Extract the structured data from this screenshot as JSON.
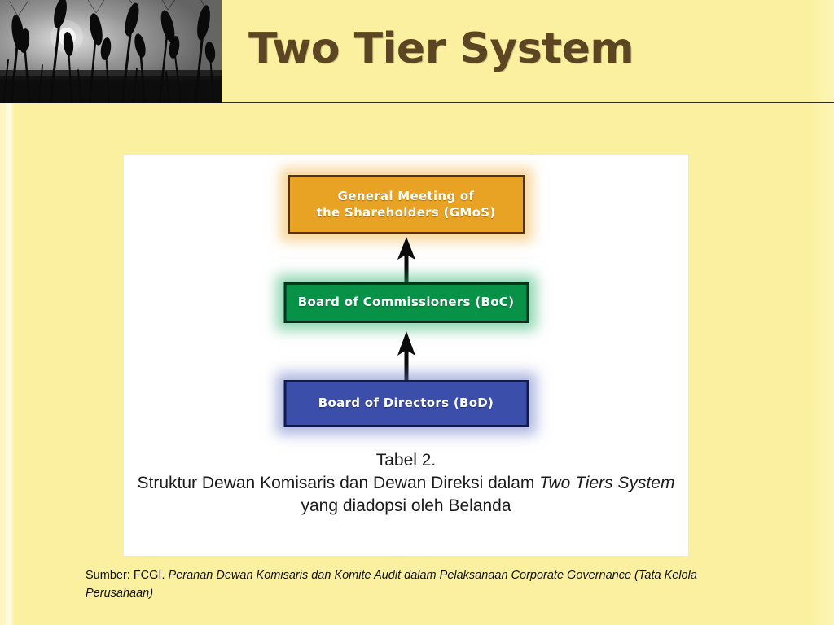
{
  "slide": {
    "title": "Two Tier System",
    "background_color": "#fbf0a0",
    "title_color": "#5c4522"
  },
  "header_photo": {
    "icon": "wheat-field-sunset-photo",
    "description": "Black and white photograph of wheat stalks silhouetted against a sunset sky"
  },
  "diagram": {
    "nodes": [
      {
        "id": "gmos",
        "line1": "General Meeting of",
        "line2": "the Shareholders (GMoS)",
        "fill": "#e8a324",
        "border": "#533212"
      },
      {
        "id": "boc",
        "line1": "Board of Commissioners (BoC)",
        "line2": "",
        "fill": "#089247",
        "border": "#05331d"
      },
      {
        "id": "bod",
        "line1": "Board of Directors (BoD)",
        "line2": "",
        "fill": "#3b4faa",
        "border": "#111a4e"
      }
    ],
    "arrows": [
      {
        "id": "boc-to-gmos",
        "from": "Board of Commissioners (BoC)",
        "to": "General Meeting of the Shareholders (GMoS)",
        "direction": "up"
      },
      {
        "id": "bod-to-boc",
        "from": "Board of Directors (BoD)",
        "to": "Board of Commissioners (BoC)",
        "direction": "up"
      }
    ]
  },
  "caption": {
    "line1": "Tabel 2.",
    "line2_before": "Struktur Dewan Komisaris dan Dewan Direksi dalam ",
    "line2_italic": "Two Tiers System",
    "line3": "yang diadopsi oleh Belanda"
  },
  "source": {
    "prefix": "Sumber: FCGI. ",
    "title_italic": "Peranan Dewan Komisaris dan Komite Audit dalam Pelaksanaan Corporate Governance (Tata Kelola Perusahaan)"
  }
}
